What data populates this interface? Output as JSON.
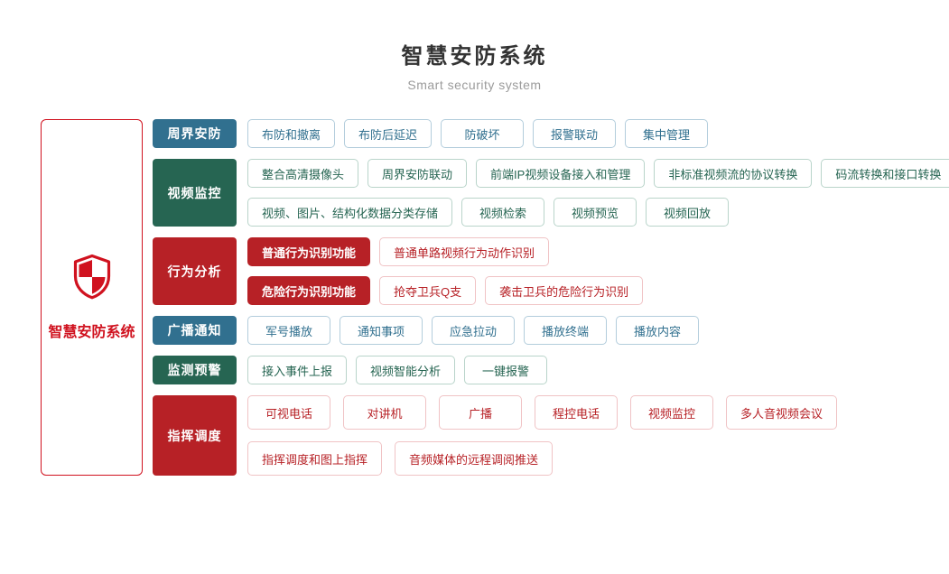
{
  "page": {
    "title": "智慧安防系统",
    "subtitle": "Smart security system"
  },
  "left_panel": {
    "label": "智慧安防系统",
    "icon": "shield-icon",
    "accent_color": "#d0121f"
  },
  "colors": {
    "blue": "#31708f",
    "green": "#266552",
    "red": "#b72126"
  },
  "groups": [
    {
      "id": "perimeter-security",
      "label": "周界安防",
      "color": "blue",
      "lines": [
        [
          {
            "text": "布防和撤离"
          },
          {
            "text": "布防后延迟"
          },
          {
            "text": "防破坏"
          },
          {
            "text": "报警联动"
          },
          {
            "text": "集中管理"
          }
        ]
      ]
    },
    {
      "id": "video-surveillance",
      "label": "视频监控",
      "color": "green",
      "lines": [
        [
          {
            "text": "整合高清摄像头"
          },
          {
            "text": "周界安防联动"
          },
          {
            "text": "前端IP视频设备接入和管理"
          },
          {
            "text": "非标准视频流的协议转换"
          },
          {
            "text": "码流转换和接口转换"
          }
        ],
        [
          {
            "text": "视频、图片、结构化数据分类存储"
          },
          {
            "text": "视频检索"
          },
          {
            "text": "视频预览"
          },
          {
            "text": "视频回放"
          }
        ]
      ]
    },
    {
      "id": "behavior-analysis",
      "label": "行为分析",
      "color": "red",
      "lines": [
        [
          {
            "text": "普通行为识别功能",
            "filled": true
          },
          {
            "text": "普通单路视频行为动作识别"
          }
        ],
        [
          {
            "text": "危险行为识别功能",
            "filled": true
          },
          {
            "text": "抢夺卫兵Q支"
          },
          {
            "text": "袭击卫兵的危险行为识别"
          }
        ]
      ]
    },
    {
      "id": "broadcast-notice",
      "label": "广播通知",
      "color": "blue",
      "lines": [
        [
          {
            "text": "军号播放"
          },
          {
            "text": "通知事项"
          },
          {
            "text": "应急拉动"
          },
          {
            "text": "播放终端"
          },
          {
            "text": "播放内容"
          }
        ]
      ]
    },
    {
      "id": "monitor-warning",
      "label": "监测预警",
      "color": "green",
      "lines": [
        [
          {
            "text": "接入事件上报"
          },
          {
            "text": "视频智能分析"
          },
          {
            "text": "一键报警"
          }
        ]
      ]
    },
    {
      "id": "command-dispatch",
      "label": "指挥调度",
      "color": "red",
      "lines": [
        [
          {
            "text": "可视电话"
          },
          {
            "text": "对讲机"
          },
          {
            "text": "广播"
          },
          {
            "text": "程控电话"
          },
          {
            "text": "视频监控"
          },
          {
            "text": "多人音视频会议"
          }
        ],
        [
          {
            "text": "指挥调度和图上指挥"
          },
          {
            "text": "音频媒体的远程调阅推送"
          }
        ]
      ]
    }
  ]
}
